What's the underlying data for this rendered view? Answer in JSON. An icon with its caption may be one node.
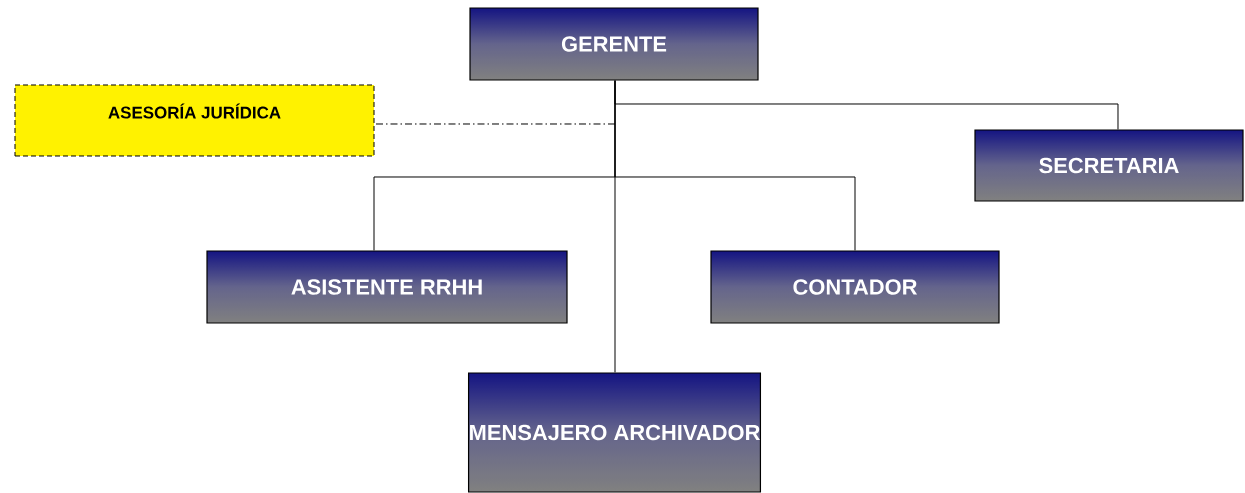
{
  "diagram": {
    "nodes": [
      {
        "text": [
          "GERENTE"
        ]
      },
      {
        "text": [
          "ASESORÍA JURÍDICA"
        ]
      },
      {
        "text": [
          "SECRETARIA"
        ]
      },
      {
        "text": [
          "ASISTENTE RRHH"
        ]
      },
      {
        "text": [
          "CONTADOR"
        ]
      },
      {
        "text": [
          "MENSAJERO ARCHIVADOR"
        ]
      }
    ],
    "edges": [
      {
        "from": 0,
        "to": 1,
        "arrow": "none",
        "style": "dashed"
      },
      {
        "from": 0,
        "to": 2,
        "arrow": "none"
      },
      {
        "from": 0,
        "to": 3,
        "arrow": "none"
      },
      {
        "from": 0,
        "to": 4,
        "arrow": "none"
      },
      {
        "from": 0,
        "to": 5,
        "arrow": "none"
      }
    ]
  }
}
